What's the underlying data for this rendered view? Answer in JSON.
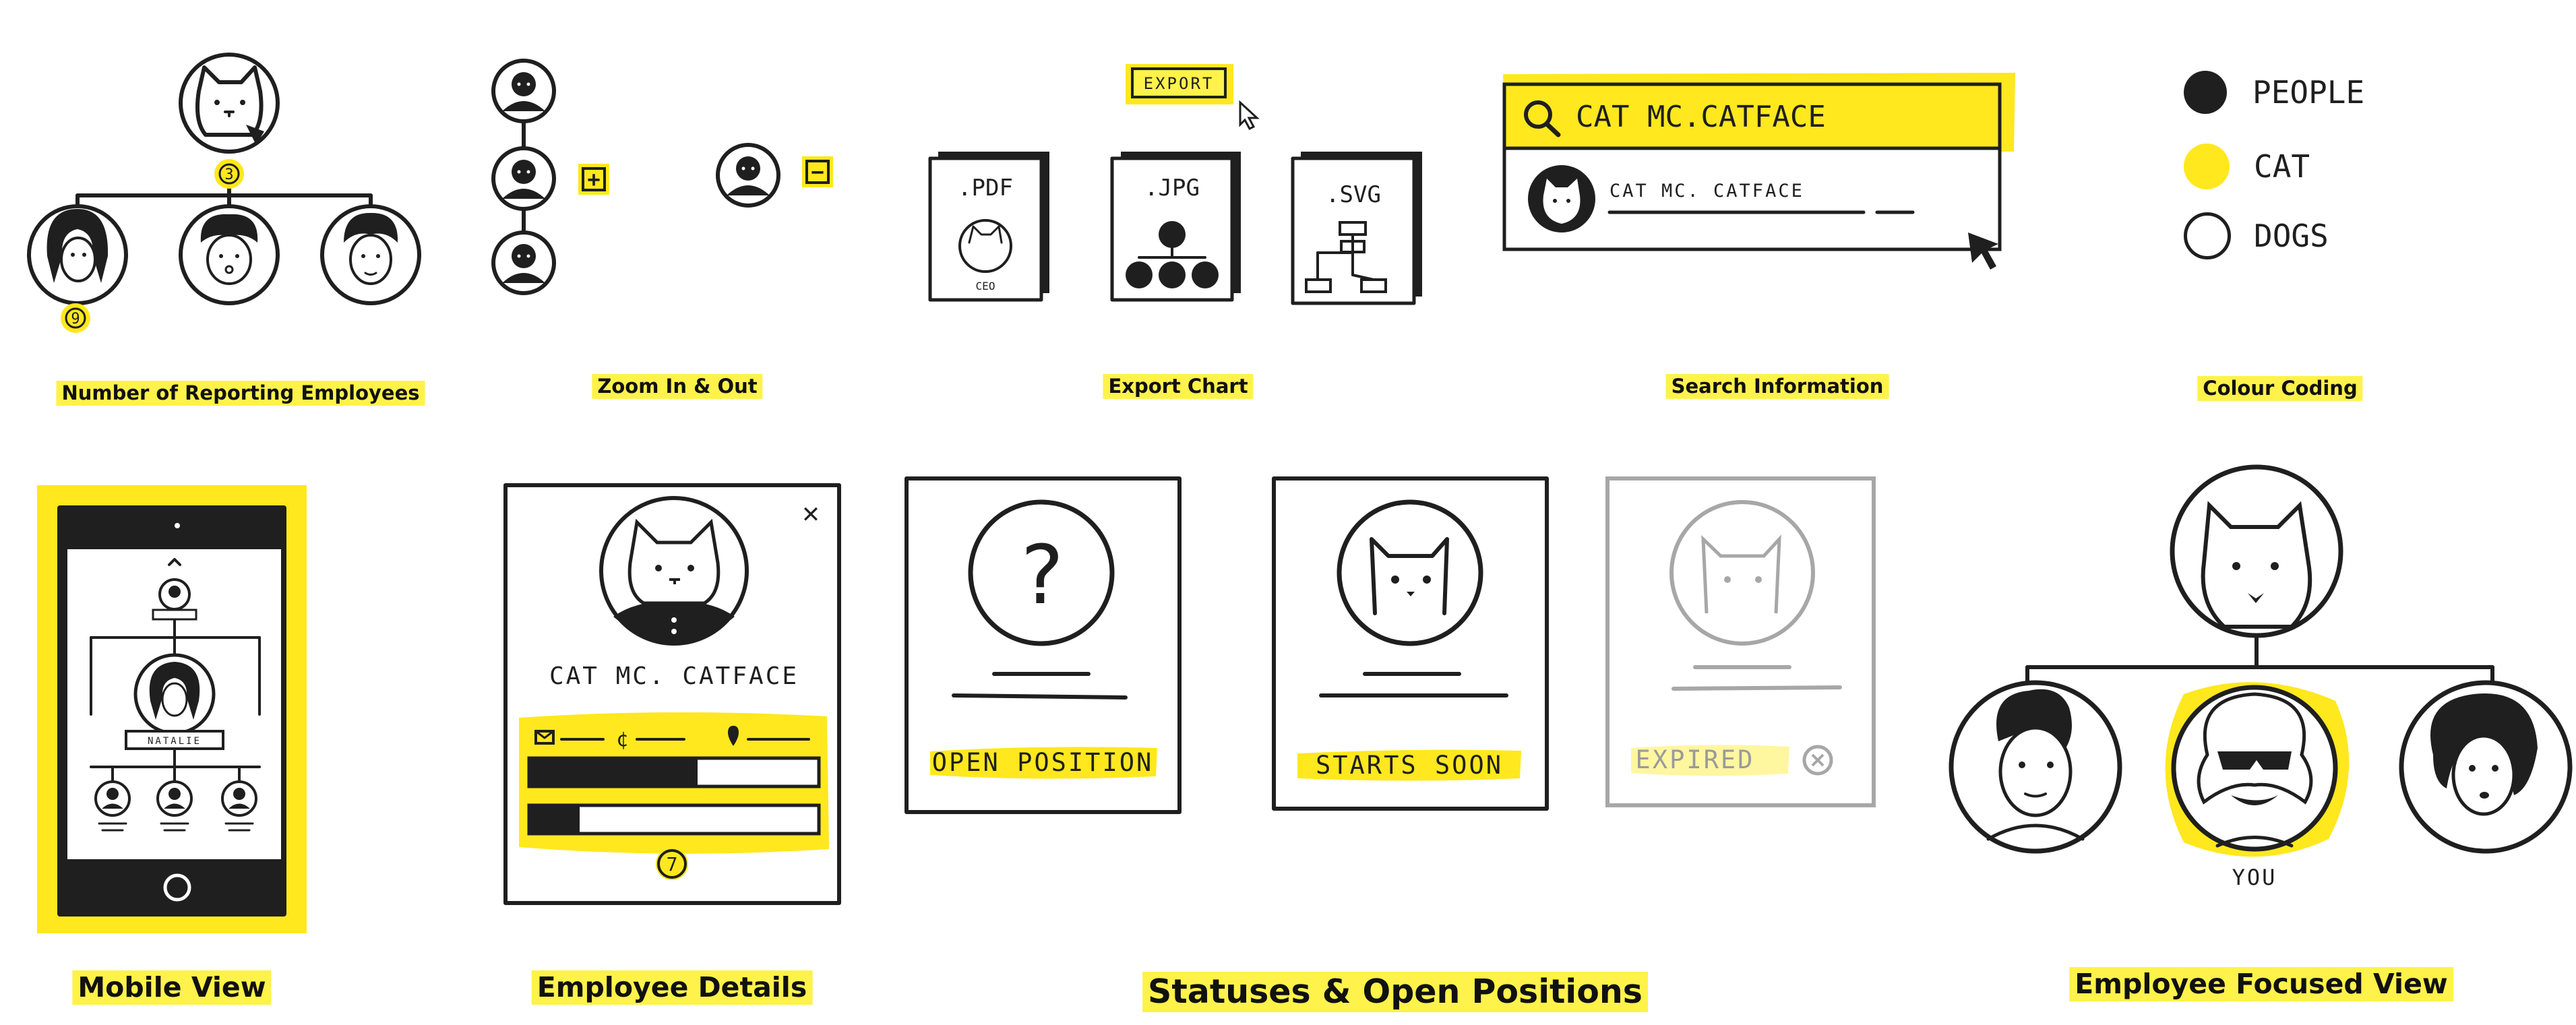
{
  "captions": {
    "reporting": "Number of Reporting Employees",
    "zoom": "Zoom In & Out",
    "export": "Export Chart",
    "search": "Search Information",
    "colour": "Colour Coding",
    "mobile": "Mobile View",
    "details": "Employee Details",
    "statuses": "Statuses & Open Positions",
    "focused": "Employee Focused View"
  },
  "reporting": {
    "manager_badge": "3",
    "employee_badge": "9"
  },
  "zoom": {
    "in_symbol": "+",
    "out_symbol": "−"
  },
  "export": {
    "button_label": "EXPORT",
    "formats": [
      ".PDF",
      ".JPG",
      ".SVG"
    ],
    "pdf_card_caption": "CEO"
  },
  "search": {
    "query": "CAT MC.CATFACE",
    "result_name": "CAT MC. CATFACE"
  },
  "legend": {
    "items": [
      {
        "label": "PEOPLE",
        "color": "#1f1f1f"
      },
      {
        "label": "CAT",
        "color": "#ffe81e"
      },
      {
        "label": "DOGS",
        "color": "#ffffff"
      }
    ]
  },
  "mobile": {
    "name_tag": "NATALIE"
  },
  "details": {
    "name": "CAT MC. CATFACE",
    "reports_badge": "7",
    "close_symbol": "✕"
  },
  "statuses": {
    "open": "OPEN POSITION",
    "soon": "STARTS SOON",
    "expired": "EXPIRED",
    "question_mark": "?"
  },
  "focused": {
    "you_label": "YOU"
  },
  "colors": {
    "highlight": "#ffe81e",
    "ink": "#1f1f1f",
    "faded": "#a7a7a7"
  }
}
